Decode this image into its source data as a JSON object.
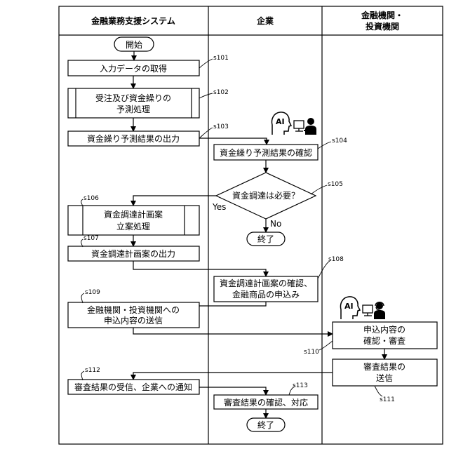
{
  "lanes": {
    "system": "金融業務支援システム",
    "company": "企業",
    "bank_line1": "金融機関・",
    "bank_line2": "投資機関"
  },
  "nodes": {
    "start": "開始",
    "s101": {
      "id": "s101",
      "text": "入力データの取得"
    },
    "s102": {
      "id": "s102",
      "line1": "受注及び資金繰りの",
      "line2": "予測処理"
    },
    "s103": {
      "id": "s103",
      "text": "資金繰り予測結果の出力"
    },
    "s104": {
      "id": "s104",
      "text": "資金繰り予測結果の確認"
    },
    "s105": {
      "id": "s105",
      "text": "資金調達は必要？",
      "yes": "Yes",
      "no": "No"
    },
    "end1": "終了",
    "s106": {
      "id": "s106",
      "line1": "資金調達計画案",
      "line2": "立案処理"
    },
    "s107": {
      "id": "s107",
      "text": "資金調達計画案の出力"
    },
    "s108": {
      "id": "s108",
      "line1": "資金調達計画案の確認、",
      "line2": "金融商品の申込み"
    },
    "s109": {
      "id": "s109",
      "line1": "金融機関・投資機関への",
      "line2": "申込内容の送信"
    },
    "s110": {
      "id": "s110",
      "line1": "申込内容の",
      "line2": "確認・審査"
    },
    "s111": {
      "id": "s111",
      "line1": "審査結果の",
      "line2": "送信"
    },
    "s112": {
      "id": "s112",
      "text": "審査結果の受信、企業への通知"
    },
    "s113": {
      "id": "s113",
      "text": "審査結果の確認、対応"
    },
    "end2": "終了"
  },
  "icons": {
    "ai_label": "AI",
    "ai_user": "ai-head-computer-user-icon",
    "ai_headset": "ai-head-headset-operator-icon"
  }
}
